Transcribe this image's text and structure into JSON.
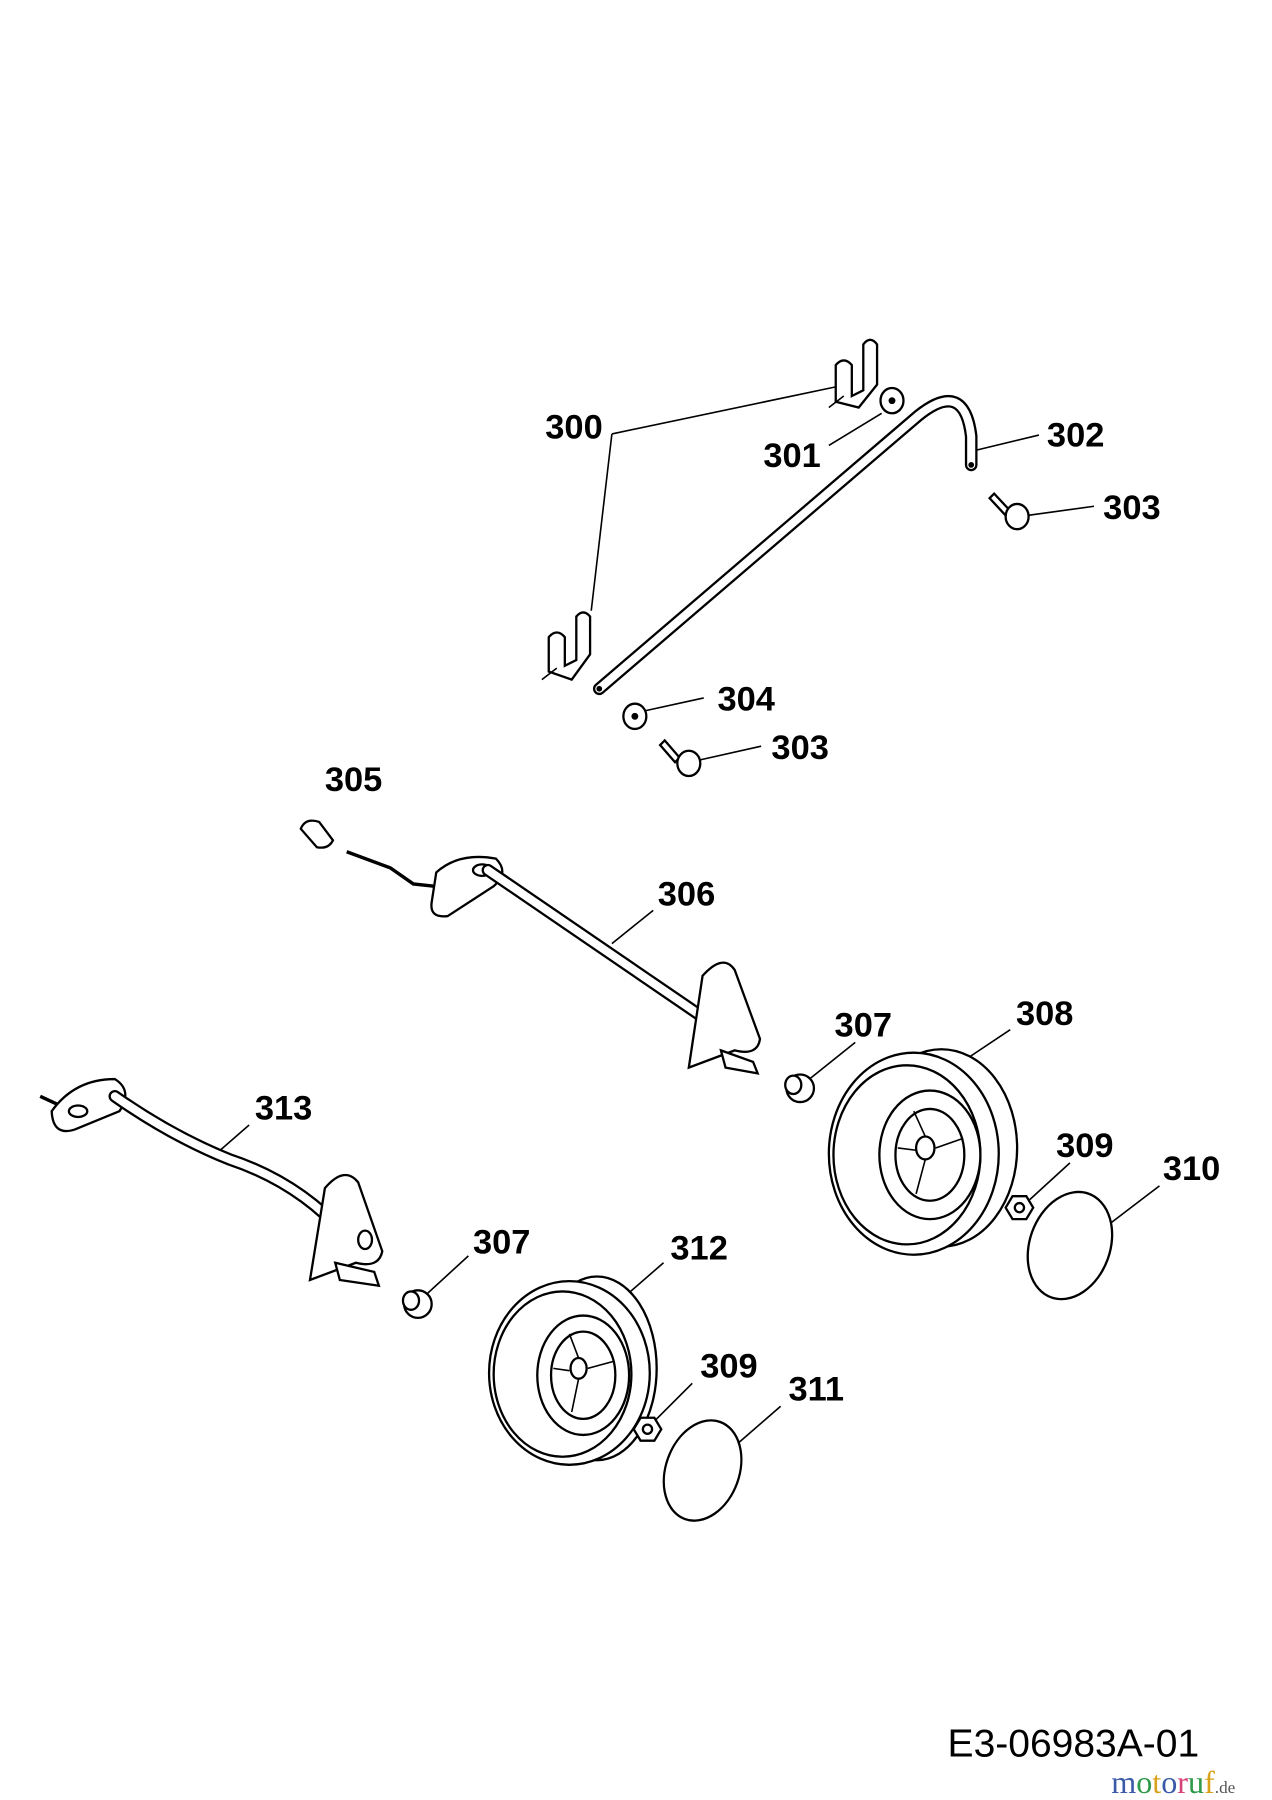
{
  "diagram": {
    "callouts": [
      {
        "id": "300",
        "label": "300"
      },
      {
        "id": "301",
        "label": "301"
      },
      {
        "id": "302",
        "label": "302"
      },
      {
        "id": "303a",
        "label": "303"
      },
      {
        "id": "304",
        "label": "304"
      },
      {
        "id": "303b",
        "label": "303"
      },
      {
        "id": "305",
        "label": "305"
      },
      {
        "id": "306",
        "label": "306"
      },
      {
        "id": "307a",
        "label": "307"
      },
      {
        "id": "308",
        "label": "308"
      },
      {
        "id": "309a",
        "label": "309"
      },
      {
        "id": "310",
        "label": "310"
      },
      {
        "id": "313",
        "label": "313"
      },
      {
        "id": "307b",
        "label": "307"
      },
      {
        "id": "312",
        "label": "312"
      },
      {
        "id": "309b",
        "label": "309"
      },
      {
        "id": "311",
        "label": "311"
      }
    ],
    "drawing_code": "E3-06983A-01",
    "watermark": {
      "letters": [
        "m",
        "o",
        "t",
        "o",
        "r",
        "u",
        "f"
      ],
      "suffix": ".de"
    }
  }
}
